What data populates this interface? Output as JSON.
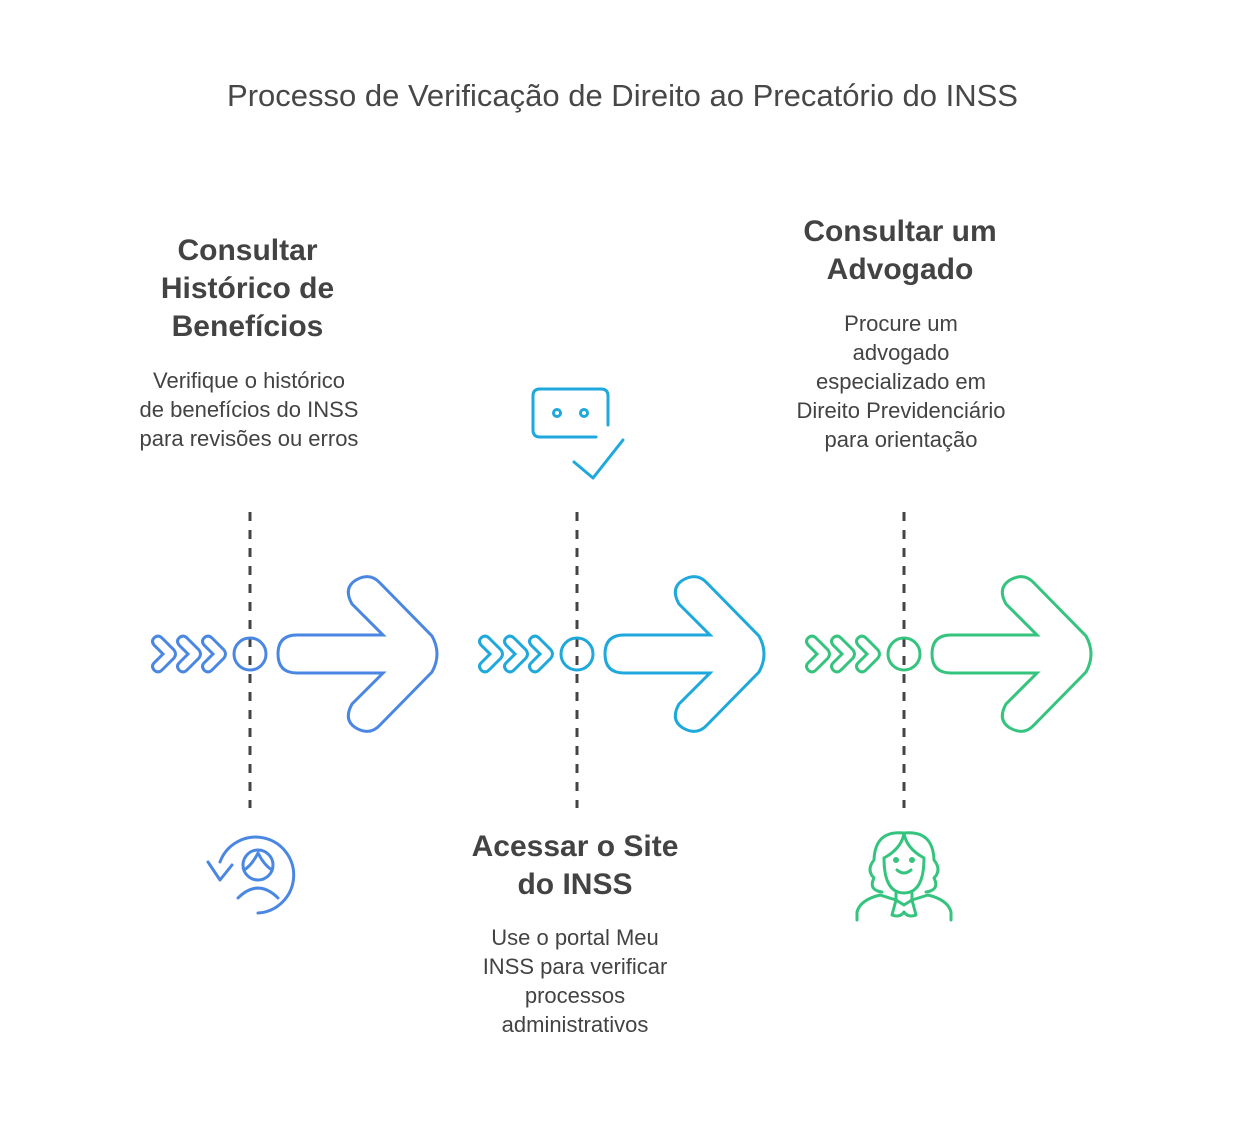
{
  "title": "Processo de Verificação de Direito ao Precatório do INSS",
  "steps": [
    {
      "title": "Consultar Histórico de Benefícios",
      "description": "Verifique o histórico de benefícios do INSS para revisões ou erros",
      "color": "#4a87e3",
      "icon": "user-history-icon"
    },
    {
      "title": "Acessar o Site do INSS",
      "description": "Use o portal Meu INSS para verificar processos administrativos",
      "color": "#1ea8dc",
      "icon": "chat-check-icon"
    },
    {
      "title": "Consultar um Advogado",
      "description": "Procure um advogado especializado em Direito Previdenciário para orientação",
      "color": "#35c47e",
      "icon": "lawyer-icon"
    }
  ]
}
